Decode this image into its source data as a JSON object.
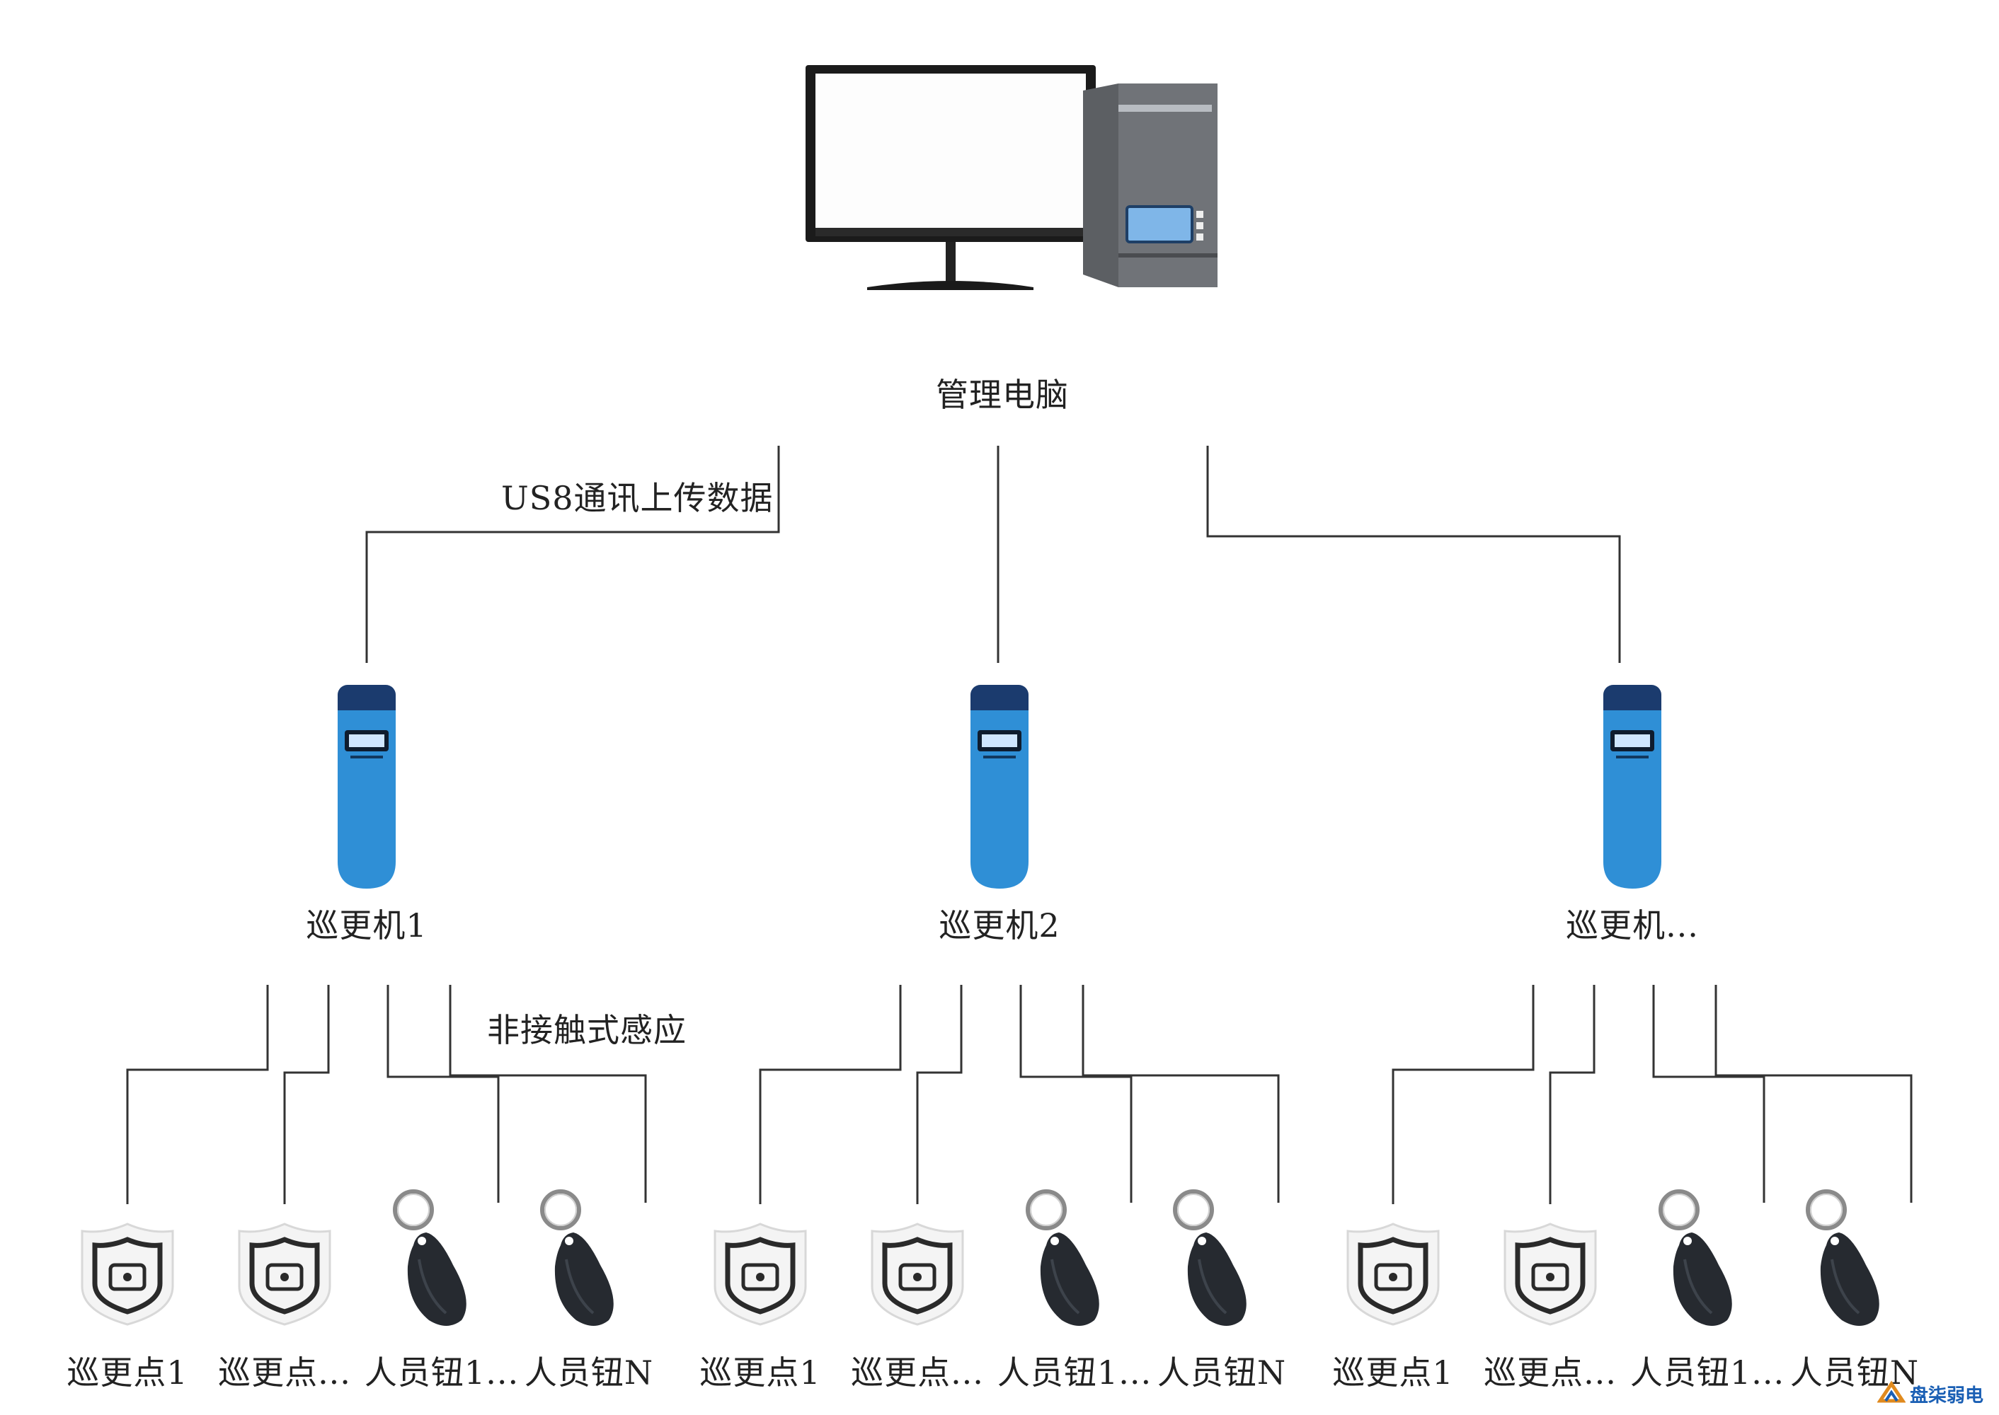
{
  "computer": {
    "label": "管理电脑"
  },
  "link_label": "US8通讯上传数据",
  "sense_label": "非接触式感应",
  "patrollers": [
    {
      "label": "巡更机1"
    },
    {
      "label": "巡更机2"
    },
    {
      "label": "巡更机..."
    }
  ],
  "leaves": [
    {
      "type": "checkpoint",
      "label": "巡更点1"
    },
    {
      "type": "checkpoint",
      "label": "巡更点..."
    },
    {
      "type": "keyfob",
      "label": "人员钮1..."
    },
    {
      "type": "keyfob",
      "label": "人员钮N"
    }
  ],
  "watermark": {
    "text": "盘柒弱电"
  },
  "colors": {
    "device_blue": "#2f8fd6",
    "device_dark": "#1b3b6e",
    "line": "#333333"
  }
}
